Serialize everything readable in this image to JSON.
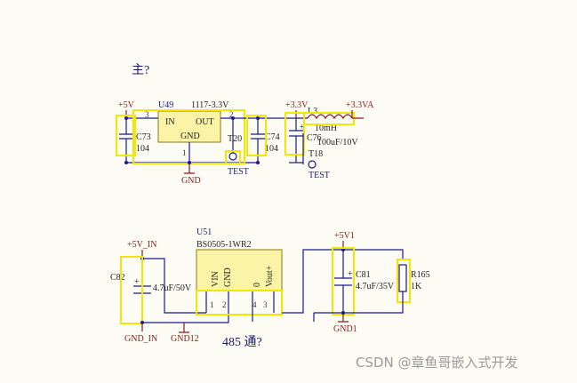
{
  "titles": {
    "top": "主?",
    "bottom": "485 通?"
  },
  "top_circuit": {
    "u49": {
      "ref": "U49",
      "value": "1117-3.3V",
      "pin_in": "IN",
      "pin_out": "OUT",
      "pin_gnd": "GND",
      "pin_in_num": "3",
      "pin_out_num": "2",
      "pin_gnd_num": "1"
    },
    "net_5v": "+5V",
    "net_33v": "+3.3V",
    "net_33va": "+3.3VA",
    "c73": {
      "ref": "C73",
      "value": "104"
    },
    "c74": {
      "ref": "C74",
      "value": "104"
    },
    "c76": {
      "ref": "C76",
      "value": "100uF/10V"
    },
    "l3": {
      "ref": "L3",
      "value": "10mH"
    },
    "t20": {
      "ref": "T20",
      "label": "TEST"
    },
    "t18": {
      "ref": "T18",
      "label": "TEST"
    },
    "gnd": "GND"
  },
  "bottom_circuit": {
    "u51": {
      "ref": "U51",
      "value": "BS0505-1WR2",
      "pin_vin": "VIN",
      "pin_gnd": "GND",
      "pin_0": "0",
      "pin_vout": "Vout+",
      "num1": "1",
      "num2": "2",
      "num4": "4",
      "num3": "3"
    },
    "net_5v_in": "+5V_IN",
    "net_5v1": "+5V1",
    "c82": {
      "ref": "C82",
      "value": "4.7uF/50V"
    },
    "c81": {
      "ref": "C81",
      "value": "4.7uF/35V"
    },
    "r165": {
      "ref": "R165",
      "value": "1K"
    },
    "gnd_in": "GND_IN",
    "gnd12": "GND12",
    "gnd1": "GND1"
  },
  "watermark": "CSDN @章鱼哥嵌入式开发",
  "colors": {
    "wire": "#1a1a8a",
    "highlight": "#f5e600",
    "chip_fill": "#fbf3a6",
    "net_red": "#8b1a1a"
  }
}
